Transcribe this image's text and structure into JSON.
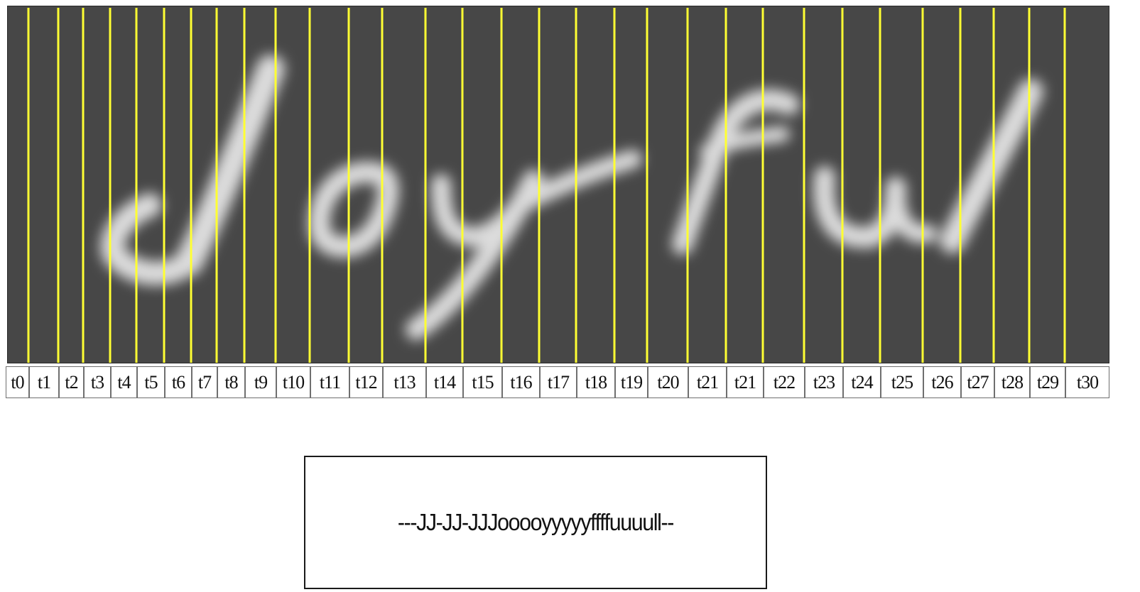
{
  "image": {
    "word": "Joyful",
    "background_color": "#474747",
    "stroke_color": "#dcdcdc",
    "frame_line_color": "#ffff33"
  },
  "timesteps": [
    "t0",
    "t1",
    "t2",
    "t3",
    "t4",
    "t5",
    "t6",
    "t7",
    "t8",
    "t9",
    "t10",
    "t11",
    "t12",
    "t13",
    "t14",
    "t15",
    "t16",
    "t17",
    "t18",
    "t19",
    "t20",
    "t21",
    "t21",
    "t22",
    "t23",
    "t24",
    "t25",
    "t26",
    "t27",
    "t28",
    "t29",
    "t30"
  ],
  "ctc_output": "---JJ-JJ-JJJooooyyyyyffffuuuull--"
}
